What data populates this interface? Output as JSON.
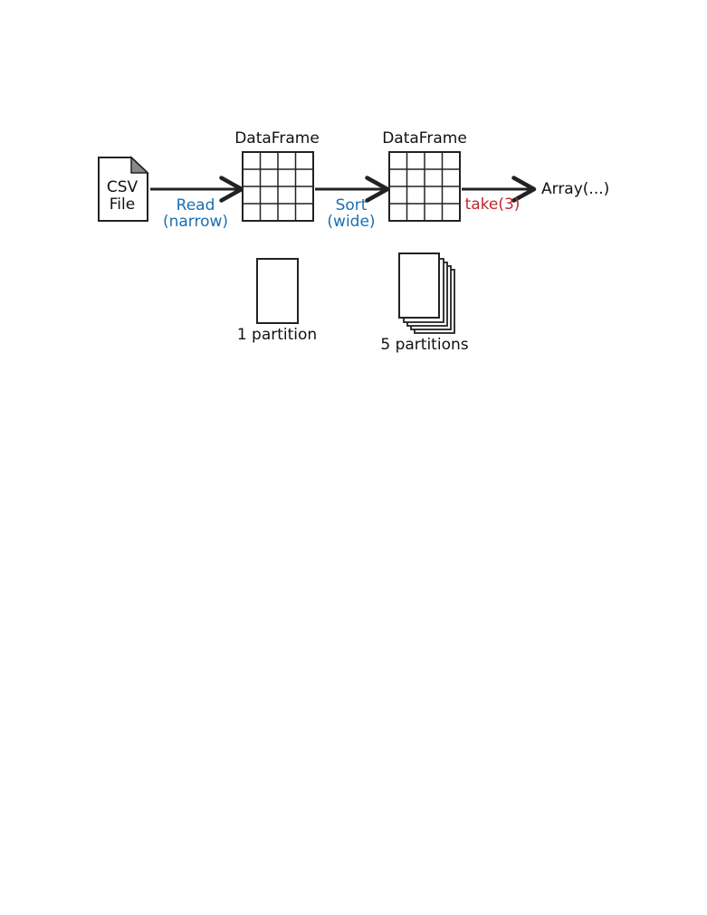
{
  "csv": {
    "line1": "CSV",
    "line2": "File"
  },
  "dataframe1": {
    "title": "DataFrame"
  },
  "dataframe2": {
    "title": "DataFrame"
  },
  "read_arrow": {
    "line1": "Read",
    "line2": "(narrow)"
  },
  "sort_arrow": {
    "line1": "Sort",
    "line2": "(wide)"
  },
  "take_label": "take(3)",
  "array_label": "Array(...)",
  "partition_single": {
    "label": "1 partition"
  },
  "partition_multi": {
    "label": "5 partitions"
  },
  "colors": {
    "narrow_wide": "#1a6fb0",
    "action": "#c0282d",
    "ink": "#222222"
  }
}
